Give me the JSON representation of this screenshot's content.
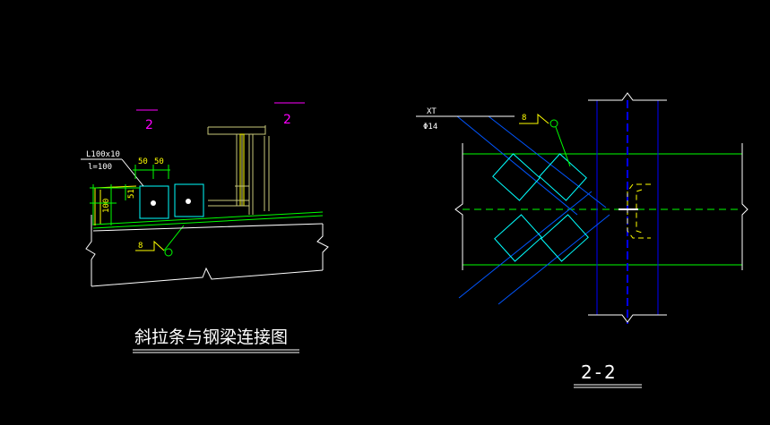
{
  "left_detail": {
    "section_mark_left": "2",
    "section_mark_right": "2",
    "angle_label": "L100x10",
    "length_label": "l=100",
    "dim_top_1": "50",
    "dim_top_2": "50",
    "dim_side_1": "51",
    "dim_side_2": "100",
    "weld_size": "8",
    "title": "斜拉条与钢梁连接图"
  },
  "right_detail": {
    "rod_label": "XT",
    "rod_diameter": "Φ14",
    "weld_size": "8",
    "title": "2-2"
  },
  "colors": {
    "background": "#000000",
    "white": "#ffffff",
    "green": "#00ff00",
    "yellow": "#ffff00",
    "cyan": "#00ffff",
    "blue": "#0000ff",
    "magenta": "#ff00ff",
    "khaki": "#c8c87a"
  }
}
